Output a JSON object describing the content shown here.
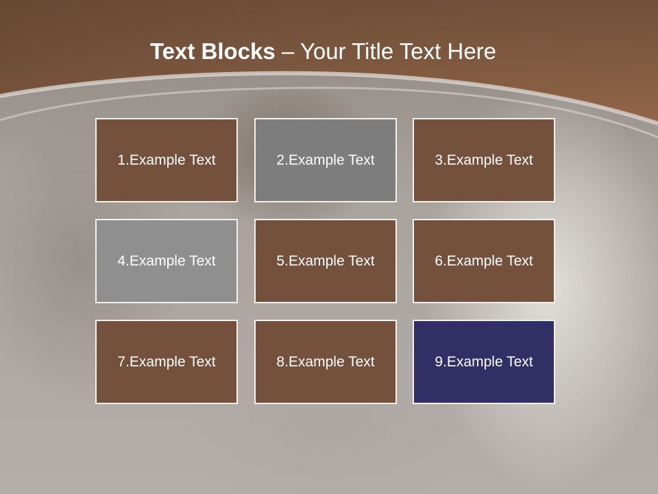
{
  "title": {
    "bold": "Text Blocks",
    "dash": " – ",
    "rest": "Your Title Text Here"
  },
  "colors": {
    "header_brown": "#8a5f45",
    "block_brown": "#74513d",
    "block_gray_dark": "#7d7d7d",
    "block_gray_light": "#8f8f8f",
    "block_navy": "#312f66"
  },
  "blocks": [
    {
      "label": "1.Example Text",
      "color": "#74513d"
    },
    {
      "label": "2.Example Text",
      "color": "#7d7d7d"
    },
    {
      "label": "3.Example Text",
      "color": "#74513d"
    },
    {
      "label": "4.Example Text",
      "color": "#8f8f8f"
    },
    {
      "label": "5.Example Text",
      "color": "#74513d"
    },
    {
      "label": "6.Example Text",
      "color": "#74513d"
    },
    {
      "label": "7.Example Text",
      "color": "#74513d"
    },
    {
      "label": "8.Example Text",
      "color": "#74513d"
    },
    {
      "label": "9.Example Text",
      "color": "#312f66"
    }
  ]
}
